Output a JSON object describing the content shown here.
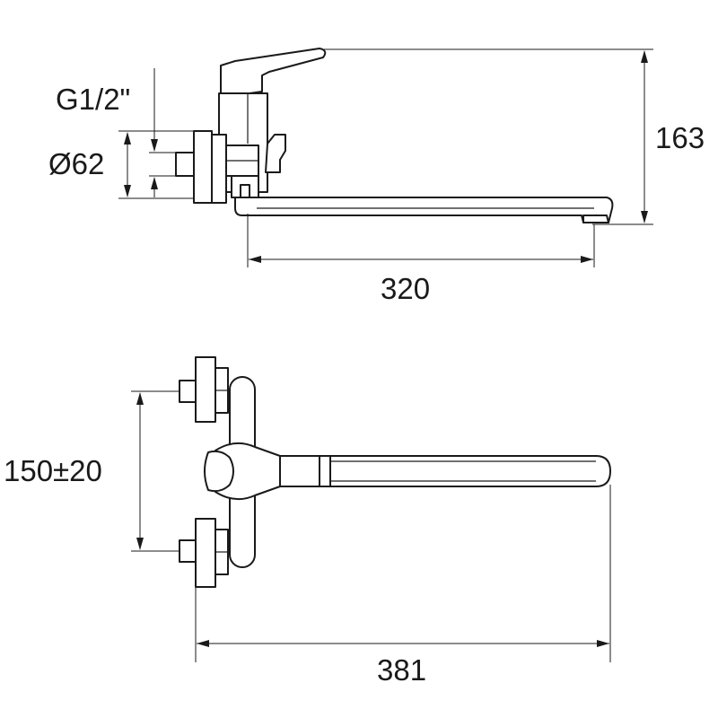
{
  "drawing": {
    "stroke_color": "#1a1a1a",
    "background": "#ffffff",
    "side_view": {
      "thread_label": "G1/2\"",
      "diameter_label": "Ø62",
      "height_label": "163",
      "spout_length_label": "320"
    },
    "top_view": {
      "spacing_label": "150±20",
      "total_length_label": "381"
    }
  }
}
